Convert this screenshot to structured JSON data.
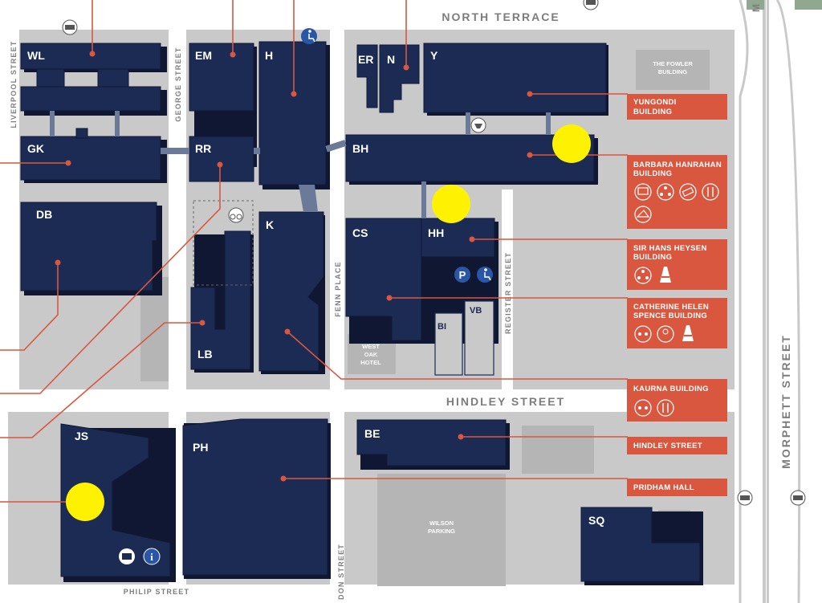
{
  "streets": {
    "north_terrace": "NORTH TERRACE",
    "hindley": "HINDLEY STREET",
    "liverpool": "LIVERPOOL STREET",
    "george": "GEORGE STREET",
    "fenn": "FENN PLACE",
    "register": "REGISTER STREET",
    "morphett": "MORPHETT STREET",
    "philip": "PHILIP STREET",
    "bottom_partial": "DON STREET",
    "top_right_partial": "M"
  },
  "buildings": {
    "WL": "WL",
    "EM": "EM",
    "H": "H",
    "ER": "ER",
    "N": "N",
    "Y": "Y",
    "GK": "GK",
    "RR": "RR",
    "BH": "BH",
    "DB": "DB",
    "K": "K",
    "CS": "CS",
    "HH": "HH",
    "LB": "LB",
    "BI": "BI",
    "VB": "VB",
    "JS": "JS",
    "PH": "PH",
    "BE": "BE",
    "SQ": "SQ"
  },
  "other_places": {
    "fowler_line1": "THE FOWLER",
    "fowler_line2": "BUILDING",
    "west_oak_line1": "WEST",
    "west_oak_line2": "OAK",
    "west_oak_line3": "HOTEL",
    "wilson_line1": "WILSON",
    "wilson_line2": "PARKING"
  },
  "labels": {
    "yungondi_1": "YUNGONDI",
    "yungondi_2": "BUILDING",
    "barbara_1": "BARBARA HANRAHAN",
    "barbara_2": "BUILDING",
    "hans_1": "SIR HANS HEYSEN",
    "hans_2": "BUILDING",
    "catherine_1": "CATHERINE HELEN",
    "catherine_2": "SPENCE BUILDING",
    "kaurna": "KAURNA BUILDING",
    "hindley": "HINDLEY STREET",
    "pridham": "PRIDHAM HALL"
  },
  "icons": {
    "parking_letter": "P",
    "info_letter": "i",
    "names": [
      "car-icon",
      "accessible-icon",
      "bicycle-icon",
      "bbq-icon",
      "parking-icon",
      "computer-icon",
      "study-space-icon",
      "gallery-icon",
      "food-icon",
      "cone-icon",
      "info-icon",
      "bookshop-icon"
    ]
  },
  "colors": {
    "building": "#1c2b54",
    "label": "#d9573f",
    "road": "#ffffff",
    "block": "#c9c9c9",
    "marker": "#fff200",
    "accessible": "#2a56a6"
  }
}
